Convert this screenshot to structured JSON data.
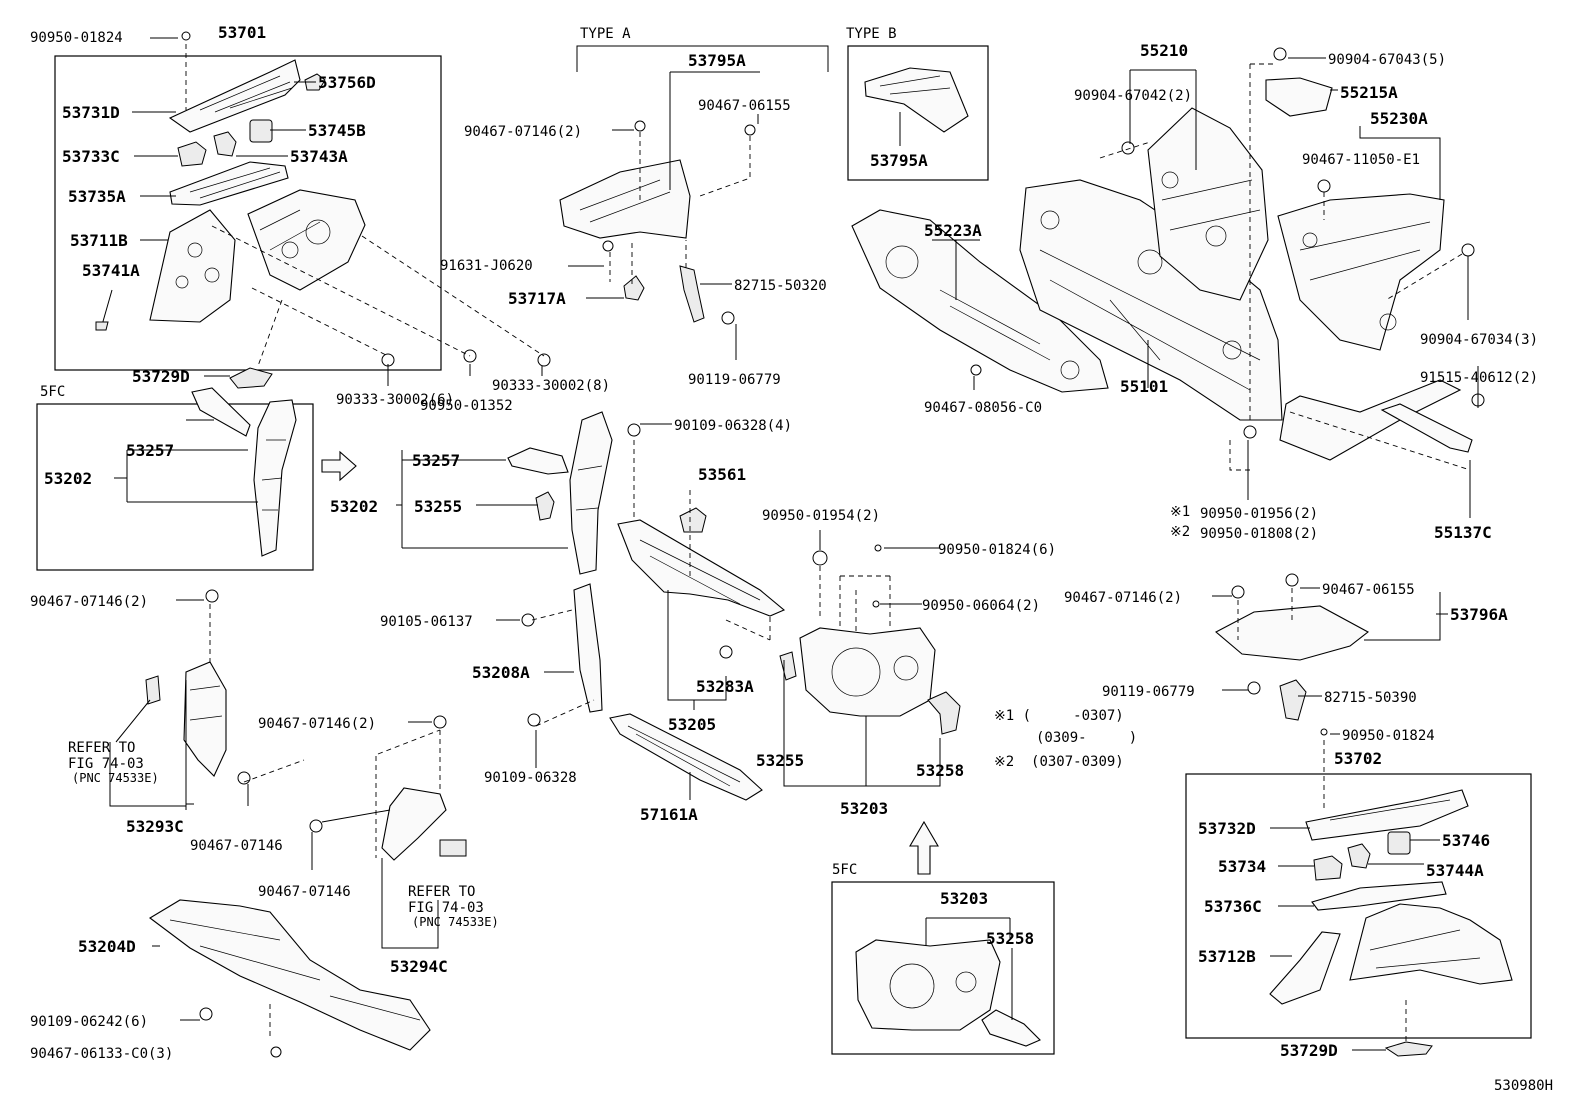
{
  "diagram": {
    "headers": {
      "type_a": "TYPE A",
      "type_b": "TYPE B",
      "fsc_1": "5FC",
      "fsc_2": "5FC",
      "drawing_no": "530980H"
    },
    "notes": {
      "refer_1": [
        "REFER TO",
        "FIG 74-03",
        "(PNC 74533E)"
      ],
      "refer_2": [
        "REFER TO",
        "FIG 74-03",
        "(PNC 74533E)"
      ],
      "mark1": "※1",
      "mark2": "※2",
      "legend_1": "※1 (     -0307)",
      "legend_1b": "(0309-     )",
      "legend_2": "※2  (0307-0309)"
    },
    "parts": {
      "p01": "90950-01824",
      "p02": "53701",
      "p03": "53756D",
      "p04": "53731D",
      "p05": "53745B",
      "p06": "53733C",
      "p07": "53743A",
      "p08": "53735A",
      "p09": "53711B",
      "p10": "53741A",
      "p11": "53729D",
      "p12": "90950-01352",
      "p13": "90333-30002(6)",
      "p14": "90333-30002(8)",
      "p15": "53795A",
      "p16": "90467-07146(2)",
      "p17": "90467-06155",
      "p18": "91631-J0620",
      "p19": "53717A",
      "p20": "82715-50320",
      "p21": "90119-06779",
      "p22": "53795A",
      "p23": "55210",
      "p24": "90904-67042(2)",
      "p25": "90904-67043(5)",
      "p26": "55215A",
      "p27": "55230A",
      "p28": "90467-11050-E1",
      "p29": "55223A",
      "p30": "55101",
      "p31": "90467-08056-C0",
      "p32": "90904-67034(3)",
      "p33": "91515-40612(2)",
      "p34": "90950-01956(2)",
      "p35": "90950-01808(2)",
      "p36": "55137C",
      "p37": "53257",
      "p38": "53202",
      "p39": "53257",
      "p40": "53202",
      "p41": "53255",
      "p42": "90109-06328(4)",
      "p43": "53561",
      "p44": "90950-01954(2)",
      "p45": "90950-01824(6)",
      "p46": "90950-06064(2)",
      "p47": "90105-06137",
      "p48": "53208A",
      "p49": "53283A",
      "p50": "53205",
      "p51": "90109-06328",
      "p52": "57161A",
      "p53": "53255",
      "p54": "53258",
      "p55": "53203",
      "p56": "90467-07146(2)",
      "p57": "53293C",
      "p58": "90467-07146(2)",
      "p59": "90467-07146",
      "p60": "90467-07146",
      "p61": "53294C",
      "p62": "53204D",
      "p63": "90109-06242(6)",
      "p64": "90467-06133-C0(3)",
      "p65": "90467-07146(2)",
      "p66": "90467-06155",
      "p67": "53796A",
      "p68": "90119-06779",
      "p69": "82715-50390",
      "p70": "90950-01824",
      "p71": "53702",
      "p72": "53732D",
      "p73": "53746",
      "p74": "53734",
      "p75": "53744A",
      "p76": "53736C",
      "p77": "53712B",
      "p78": "53729D",
      "p79": "53203",
      "p80": "53258"
    }
  }
}
